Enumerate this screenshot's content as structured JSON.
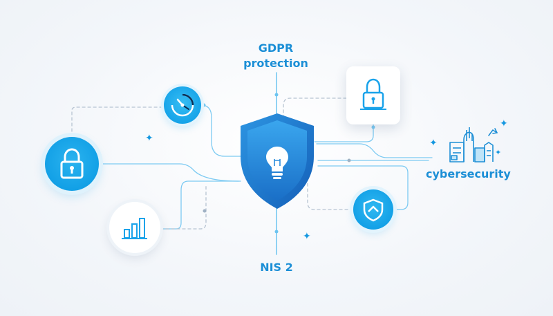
{
  "labels": {
    "top": "GDPR\nprotection",
    "top_line1": "GDPR",
    "top_line2": "protection",
    "bottom": "NIS 2",
    "right": "cybersecurity"
  },
  "icons": {
    "center": "shield-lightbulb-icon",
    "left": "lock-icon",
    "top_left": "gauge-icon",
    "bottom_left": "bar-chart-icon",
    "top_right": "lock-icon",
    "bottom_right": "shield-icon",
    "right": "city-skyline-icon"
  },
  "colors": {
    "accent": "#1c8fd6",
    "shield": "#1f7fd1",
    "node": "#12a0e6",
    "line": "#7ccaf2",
    "dashed": "#b7c4d2"
  }
}
